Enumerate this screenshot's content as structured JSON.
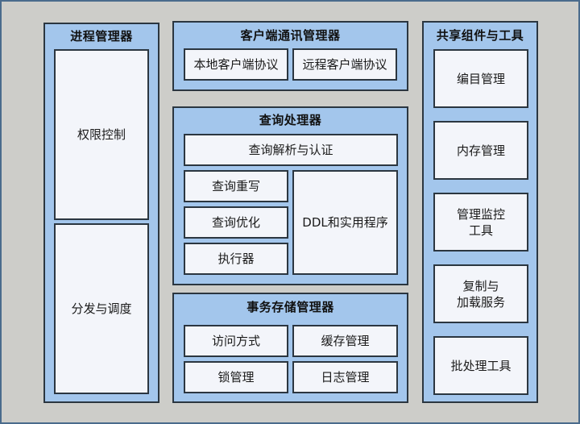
{
  "diagram": {
    "process_manager": {
      "title": "进程管理器",
      "items": [
        "权限控制",
        "分发与调度"
      ]
    },
    "client_comm_manager": {
      "title": "客户端通讯管理器",
      "items": [
        "本地客户端协议",
        "远程客户端协议"
      ]
    },
    "query_processor": {
      "title": "查询处理器",
      "parser": "查询解析与认证",
      "items": [
        "查询重写",
        "查询优化",
        "执行器"
      ],
      "ddl": "DDL和实用程序"
    },
    "transactional_storage_manager": {
      "title": "事务存储管理器",
      "items": [
        "访问方式",
        "缓存管理",
        "锁管理",
        "日志管理"
      ]
    },
    "shared_components": {
      "title": "共享组件与工具",
      "items": [
        "编目管理",
        "内存管理",
        "管理监控\n工具",
        "复制与\n加载服务",
        "批处理工具"
      ]
    }
  }
}
